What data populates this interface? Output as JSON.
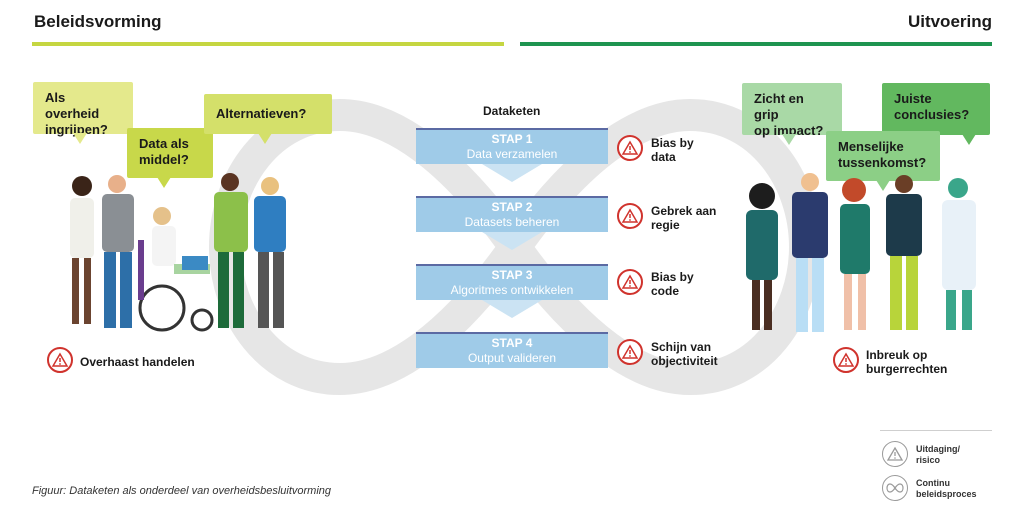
{
  "headings": {
    "left": "Beleidsvorming",
    "right": "Uitvoering"
  },
  "colors": {
    "left_rule": "#c5d641",
    "right_rule": "#1e9450",
    "risk_red": "#d0332d",
    "step_fill": "#9fcbe8",
    "step_border": "#5b6aa3"
  },
  "bubbles_left": [
    {
      "text_l1": "Als overheid",
      "text_l2": "ingrijpen?",
      "color": "#e4e98c"
    },
    {
      "text_l1": "Data als",
      "text_l2": "middel?",
      "color": "#c8d84a"
    },
    {
      "text_l1": "Alternatieven?",
      "text_l2": "",
      "color": "#d4e06a"
    }
  ],
  "bubbles_right": [
    {
      "text_l1": "Zicht en grip",
      "text_l2": "op impact?",
      "color": "#a9d9a6"
    },
    {
      "text_l1": "Juiste",
      "text_l2": "conclusies?",
      "color": "#62b85f"
    },
    {
      "text_l1": "Menselijke",
      "text_l2": "tussenkomst?",
      "color": "#8ccf86"
    }
  ],
  "chain": {
    "title": "Dataketen",
    "steps": [
      {
        "label": "STAP 1",
        "name": "Data verzamelen",
        "risk_l1": "Bias by",
        "risk_l2": "data"
      },
      {
        "label": "STAP 2",
        "name": "Datasets beheren",
        "risk_l1": "Gebrek aan",
        "risk_l2": "regie"
      },
      {
        "label": "STAP 3",
        "name": "Algoritmes ontwikkelen",
        "risk_l1": "Bias by",
        "risk_l2": "code"
      },
      {
        "label": "STAP 4",
        "name": "Output valideren",
        "risk_l1": "Schijn van",
        "risk_l2": "objectiviteit"
      }
    ]
  },
  "risk_left": {
    "text": "Overhaast handelen"
  },
  "risk_right": {
    "text_l1": "Inbreuk op",
    "text_l2": "burgerrechten"
  },
  "legend": {
    "risk_l1": "Uitdaging/",
    "risk_l2": "risico",
    "cycle_l1": "Continu",
    "cycle_l2": "beleidsproces"
  },
  "caption": "Figuur: Dataketen als onderdeel van overheidsbesluitvorming",
  "icons": [
    "warning-triangle-icon",
    "infinity-icon"
  ]
}
